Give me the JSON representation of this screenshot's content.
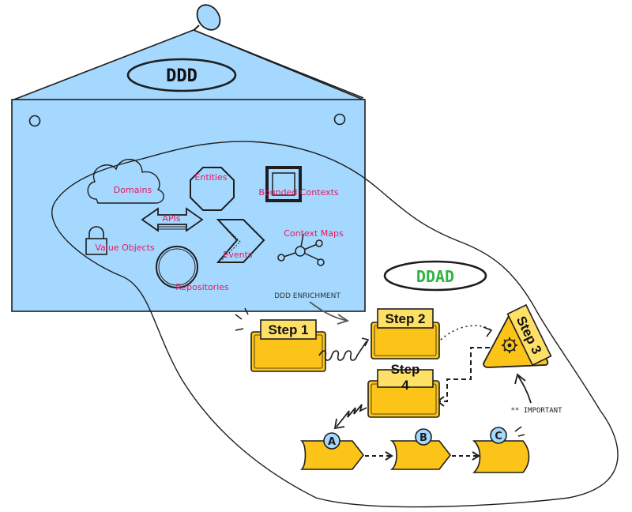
{
  "colors": {
    "board_fill": "#a5d8ff",
    "accent_text": "#e8175d",
    "ddad_text": "#2fb344",
    "folder_fill": "#fcc419",
    "label_fill": "#ffe066",
    "stroke": "#1e1e1e"
  },
  "ddd": {
    "title": "DDD",
    "concepts": {
      "domains": "Domains",
      "entities": "Entities",
      "bounded_contexts": "Bounded Contexts",
      "apis": "APIs",
      "context_maps": "Context Maps",
      "value_objects": "Value Objects",
      "events": "Events",
      "repositories": "Repositories"
    }
  },
  "ddad": {
    "title": "DDAD",
    "enrichment_label": "DDD ENRICHMENT",
    "steps": {
      "step1": "Step 1",
      "step2": "Step 2",
      "step3": "Step 3",
      "step4_line1": "Step",
      "step4_line2": "4"
    },
    "nodes": {
      "a": "A",
      "b": "B",
      "c": "C"
    },
    "important_note": "** IMPORTANT"
  },
  "icons": [
    "pushpin-icon",
    "cloud-icon",
    "octagon-icon",
    "square-frame-icon",
    "double-arrow-icon",
    "chevron-icon",
    "lock-icon",
    "network-icon",
    "circle-icon",
    "folder-icon",
    "gear-icon",
    "spring-icon"
  ]
}
